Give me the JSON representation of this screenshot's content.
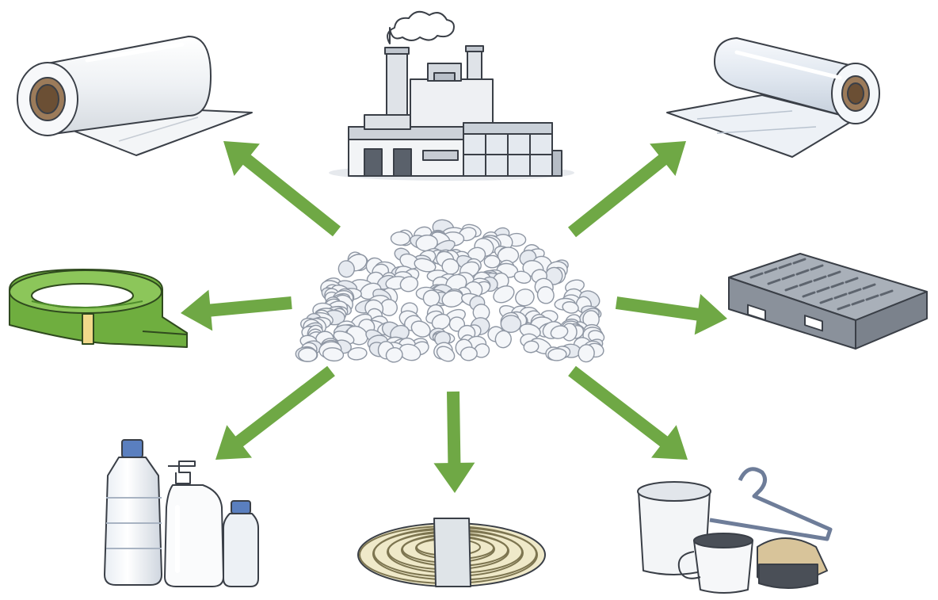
{
  "diagram": {
    "center": {
      "icon": "plastic-pellets-icon"
    },
    "hub": {
      "icon": "factory-icon"
    },
    "products": [
      {
        "id": "film-roll-white",
        "icon": "film-roll-icon"
      },
      {
        "id": "film-roll-clear",
        "icon": "stretch-wrap-roll-icon"
      },
      {
        "id": "garden-hose",
        "icon": "hose-coil-icon"
      },
      {
        "id": "plastic-pallet",
        "icon": "pallet-icon"
      },
      {
        "id": "bottles",
        "icon": "bottles-icon"
      },
      {
        "id": "rope",
        "icon": "rope-coil-icon"
      },
      {
        "id": "household-items",
        "icon": "household-items-icon"
      }
    ],
    "colors": {
      "arrow": "#6fa845",
      "outline": "#3a3f47",
      "pellet": "#f4f6f9",
      "pellet_shade": "#c9ced6",
      "hose": "#7cbc4a",
      "hose_dark": "#4f8d2c",
      "pallet": "#9aa1ab",
      "rope": "#ece6c4",
      "factory": "#c7ccd3"
    }
  }
}
